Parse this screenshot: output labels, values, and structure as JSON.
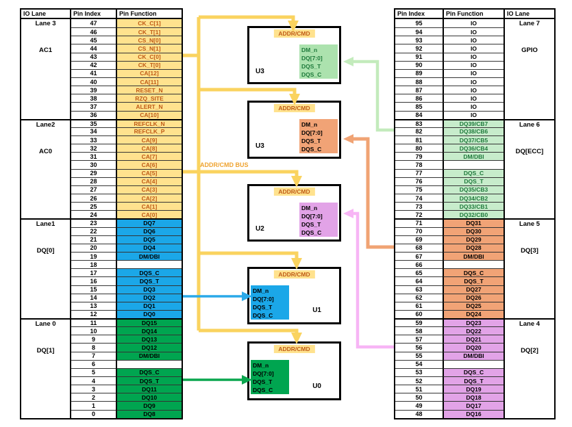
{
  "left_table": {
    "headers": [
      "IO Lane",
      "Pin Index",
      "Pin Function"
    ],
    "groups": [
      {
        "lane": "Lane 3",
        "sub": "AC1",
        "rows": [
          [
            "47",
            "CK_C[1]",
            "y"
          ],
          [
            "46",
            "CK_T[1]",
            "y"
          ],
          [
            "45",
            "CS_N[0]",
            "y"
          ],
          [
            "44",
            "CS_N[1]",
            "y"
          ],
          [
            "43",
            "CK_C[0]",
            "y"
          ],
          [
            "42",
            "CK_T[0]",
            "y"
          ],
          [
            "41",
            "CA[12]",
            "y"
          ],
          [
            "40",
            "CA[11]",
            "y"
          ],
          [
            "39",
            "RESET_N",
            "y"
          ],
          [
            "38",
            "RZQ_SITE",
            "y"
          ],
          [
            "37",
            "ALERT_N",
            "y"
          ],
          [
            "36",
            "CA[10]",
            "y"
          ]
        ]
      },
      {
        "lane": "Lane2",
        "sub": "AC0",
        "rows": [
          [
            "35",
            "REFCLK_N",
            "y"
          ],
          [
            "34",
            "REFCLK_P",
            "y"
          ],
          [
            "33",
            "CA[9]",
            "y"
          ],
          [
            "32",
            "CA[8]",
            "y"
          ],
          [
            "31",
            "CA[7]",
            "y"
          ],
          [
            "30",
            "CA[6]",
            "y"
          ],
          [
            "29",
            "CA[5]",
            "y"
          ],
          [
            "28",
            "CA[4]",
            "y"
          ],
          [
            "27",
            "CA[3]",
            "y"
          ],
          [
            "26",
            "CA[2]",
            "y"
          ],
          [
            "25",
            "CA[1]",
            "y"
          ],
          [
            "24",
            "CA[0]",
            "y"
          ]
        ]
      },
      {
        "lane": "Lane1",
        "sub": "DQ[0]",
        "rows": [
          [
            "23",
            "DQ7",
            "b"
          ],
          [
            "22",
            "DQ6",
            "b"
          ],
          [
            "21",
            "DQ5",
            "b"
          ],
          [
            "20",
            "DQ4",
            "b"
          ],
          [
            "19",
            "DM/DBI",
            "b"
          ],
          [
            "18",
            "",
            ""
          ],
          [
            "17",
            "DQS_C",
            "b"
          ],
          [
            "16",
            "DQS_T",
            "b"
          ],
          [
            "15",
            "DQ3",
            "b"
          ],
          [
            "14",
            "DQ2",
            "b"
          ],
          [
            "13",
            "DQ1",
            "b"
          ],
          [
            "12",
            "DQ0",
            "b"
          ]
        ]
      },
      {
        "lane": "Lane 0",
        "sub": "DQ[1]",
        "rows": [
          [
            "11",
            "DQ15",
            "g"
          ],
          [
            "10",
            "DQ14",
            "g"
          ],
          [
            "9",
            "DQ13",
            "g"
          ],
          [
            "8",
            "DQ12",
            "g"
          ],
          [
            "7",
            "DM/DBI",
            "g"
          ],
          [
            "6",
            "",
            ""
          ],
          [
            "5",
            "DQS_C",
            "g"
          ],
          [
            "4",
            "DQS_T",
            "g"
          ],
          [
            "3",
            "DQ11",
            "g"
          ],
          [
            "2",
            "DQ10",
            "g"
          ],
          [
            "1",
            "DQ9",
            "g"
          ],
          [
            "0",
            "DQ8",
            "g"
          ]
        ]
      }
    ]
  },
  "right_table": {
    "headers": [
      "Pin Index",
      "Pin Function",
      "IO Lane"
    ],
    "groups": [
      {
        "lane": "Lane 7",
        "sub": "GPIO",
        "rows": [
          [
            "95",
            "IO",
            "w"
          ],
          [
            "94",
            "IO",
            "w"
          ],
          [
            "93",
            "IO",
            "w"
          ],
          [
            "92",
            "IO",
            "w"
          ],
          [
            "91",
            "IO",
            "w"
          ],
          [
            "90",
            "IO",
            "w"
          ],
          [
            "89",
            "IO",
            "w"
          ],
          [
            "88",
            "IO",
            "w"
          ],
          [
            "87",
            "IO",
            "w"
          ],
          [
            "86",
            "IO",
            "w"
          ],
          [
            "85",
            "IO",
            "w"
          ],
          [
            "84",
            "IO",
            "w"
          ]
        ]
      },
      {
        "lane": "Lane 6",
        "sub": "DQ[ECC]",
        "rows": [
          [
            "83",
            "DQ39/CB7",
            "lg"
          ],
          [
            "82",
            "DQ38/CB6",
            "lg"
          ],
          [
            "81",
            "DQ37/CB5",
            "lg"
          ],
          [
            "80",
            "DQ36/CB4",
            "lg"
          ],
          [
            "79",
            "DM/DBI",
            "lg"
          ],
          [
            "78",
            "",
            ""
          ],
          [
            "77",
            "DQS_C",
            "lg"
          ],
          [
            "76",
            "DQS_T",
            "lg"
          ],
          [
            "75",
            "DQ35/CB3",
            "lg"
          ],
          [
            "74",
            "DQ34/CB2",
            "lg"
          ],
          [
            "73",
            "DQ33/CB1",
            "lg"
          ],
          [
            "72",
            "DQ32/CB0",
            "lg"
          ]
        ]
      },
      {
        "lane": "Lane 5",
        "sub": "DQ[3]",
        "rows": [
          [
            "71",
            "DQ31",
            "o"
          ],
          [
            "70",
            "DQ30",
            "o"
          ],
          [
            "69",
            "DQ29",
            "o"
          ],
          [
            "68",
            "DQ28",
            "o"
          ],
          [
            "67",
            "DM/DBI",
            "o"
          ],
          [
            "66",
            "",
            ""
          ],
          [
            "65",
            "DQS_C",
            "o"
          ],
          [
            "64",
            "DQS_T",
            "o"
          ],
          [
            "63",
            "DQ27",
            "o"
          ],
          [
            "62",
            "DQ26",
            "o"
          ],
          [
            "61",
            "DQ25",
            "o"
          ],
          [
            "60",
            "DQ24",
            "o"
          ]
        ]
      },
      {
        "lane": "Lane 4",
        "sub": "DQ[2]",
        "rows": [
          [
            "59",
            "DQ23",
            "p"
          ],
          [
            "58",
            "DQ22",
            "p"
          ],
          [
            "57",
            "DQ21",
            "p"
          ],
          [
            "56",
            "DQ20",
            "p"
          ],
          [
            "55",
            "DM/DBI",
            "p"
          ],
          [
            "54",
            "",
            ""
          ],
          [
            "53",
            "DQS_C",
            "p"
          ],
          [
            "52",
            "DQS_T",
            "p"
          ],
          [
            "51",
            "DQ19",
            "p"
          ],
          [
            "50",
            "DQ18",
            "p"
          ],
          [
            "49",
            "DQ17",
            "p"
          ],
          [
            "48",
            "DQ16",
            "p"
          ]
        ]
      }
    ]
  },
  "chips": [
    {
      "name": "U3",
      "tag": "ADDR/CMD",
      "signals": [
        "DM_n",
        "DQ[7:0]",
        "DQS_T",
        "DQS_C"
      ],
      "box": "lg",
      "side": "right"
    },
    {
      "name": "U3",
      "tag": "ADDR/CMD",
      "signals": [
        "DM_n",
        "DQ[7:0]",
        "DQS_T",
        "DQS_C"
      ],
      "box": "o",
      "side": "right"
    },
    {
      "name": "U2",
      "tag": "ADDR/CMD",
      "signals": [
        "DM_n",
        "DQ[7:0]",
        "DQS_T",
        "DQS_C"
      ],
      "box": "p",
      "side": "right"
    },
    {
      "name": "U1",
      "tag": "ADDR/CMD",
      "signals": [
        "DM_n",
        "DQ[7:0]",
        "DQS_T",
        "DQS_C"
      ],
      "box": "b",
      "side": "left"
    },
    {
      "name": "U0",
      "tag": "ADDR/CMD",
      "signals": [
        "DM_n",
        "DQ[7:0]",
        "DQS_T",
        "DQS_C"
      ],
      "box": "g",
      "side": "left"
    }
  ],
  "labels": {
    "bus": "ADDR/CMD BUS"
  },
  "colors": {
    "y": "#FFE28E",
    "y_text": "#BF5B16",
    "b": "#1BA7E8",
    "g": "#00A550",
    "lg": "#C7ECCB",
    "lg_text": "#1E7A3B",
    "lg_box": "#ACE2AE",
    "o": "#F1A376",
    "p": "#E2A3E7",
    "w": "#FFFFFF",
    "bus": "#FAD35F",
    "bus_label": "#EFA32F",
    "arrow_blue": "#2AA9E9",
    "arrow_green": "#0AA64E",
    "arrow_lightgreen": "#C3EBBC",
    "arrow_orange": "#F0A374",
    "arrow_pink": "#F7B5F5"
  }
}
